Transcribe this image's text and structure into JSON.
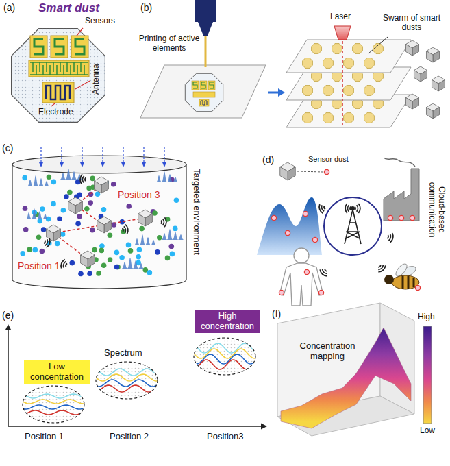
{
  "diagram": {
    "nodes": [
      {
        "text": [
          "Low concentration"
        ]
      },
      {
        "text": [
          "High concentration"
        ]
      }
    ],
    "labels": [
      "(a)",
      "Smart dust",
      "Sensors",
      "Antenna",
      "Electrode",
      "(b)",
      "Printing of active elements",
      "Laser",
      "Swarm of smart dusts",
      "(c)",
      "Position 3",
      "Position 1",
      "Targeted environment",
      "(d)",
      "Sensor dust",
      "Cloud-based communication",
      "(e)",
      "Spectrum",
      "Position 1",
      "Position 2",
      "Position3",
      "(f)",
      "High",
      "Low",
      "Concentration mapping"
    ]
  }
}
